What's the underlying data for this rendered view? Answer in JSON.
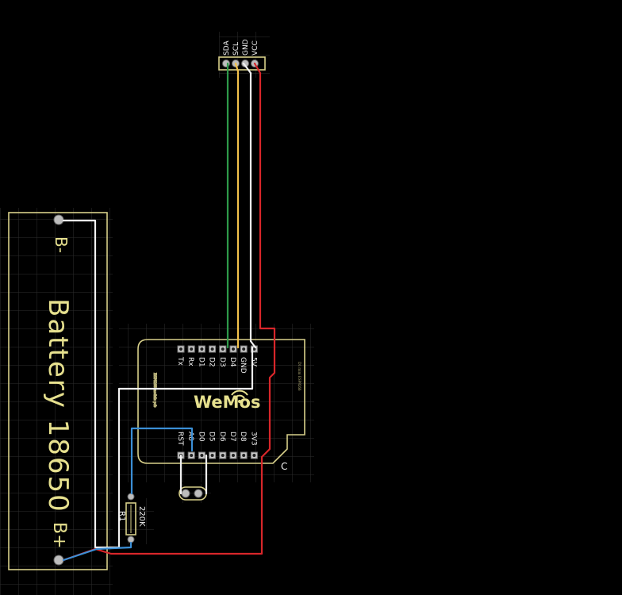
{
  "colors": {
    "background": "#000000",
    "silkscreen": "#e6e08e",
    "wire_sda": "#2e9a4a",
    "wire_scl": "#f2c14a",
    "wire_gnd": "#f2f2f2",
    "wire_vcc": "#d8262a",
    "wire_a0": "#3b8fd6"
  },
  "sensor": {
    "pins": [
      "SDA",
      "SCL",
      "GND",
      "VCC"
    ]
  },
  "battery": {
    "name": "Battery 18650",
    "minus_label": "B-",
    "plus_label": "B+"
  },
  "wemos": {
    "logo": "WeMos",
    "top_pin_labels": [
      "Tx",
      "Rx",
      "D1",
      "D2",
      "D3",
      "D4",
      "GND",
      "5V"
    ],
    "bottom_pin_labels": [
      "RST",
      "A0",
      "D0",
      "D5",
      "D6",
      "D7",
      "D8",
      "3V3"
    ],
    "corner_mark": "C"
  },
  "resistor": {
    "ref": "R1",
    "value": "220K"
  },
  "icons": [
    "wifi-icon"
  ]
}
